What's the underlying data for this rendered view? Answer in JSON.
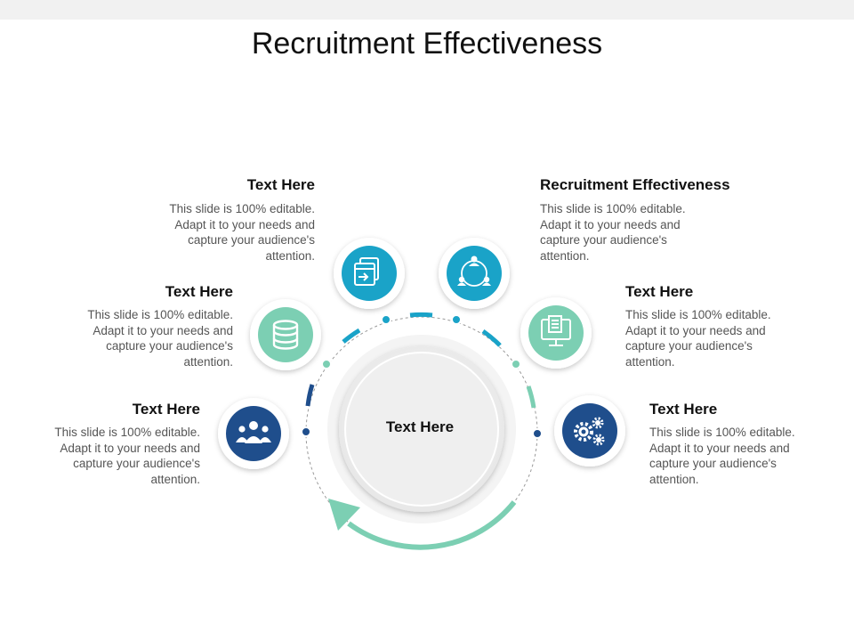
{
  "title": "Recruitment Effectiveness",
  "center": {
    "label": "Text Here"
  },
  "nodes": [
    {
      "title": "Text Here",
      "desc": "This slide is 100% editable. Adapt it to your needs and capture your audience's attention.",
      "icon": "team-icon",
      "color": "#1f4e8c"
    },
    {
      "title": "Text Here",
      "desc": "This slide is 100% editable. Adapt it to your needs and capture your audience's attention.",
      "icon": "database-icon",
      "color": "#7ccfb3"
    },
    {
      "title": "Text Here",
      "desc": "This slide is 100% editable. Adapt it to your needs and capture your audience's attention.",
      "icon": "windows-export-icon",
      "color": "#1aa3c8"
    },
    {
      "title": "Recruitment Effectiveness",
      "desc": "This slide is 100% editable. Adapt it to your needs and capture your audience's attention.",
      "icon": "network-people-icon",
      "color": "#1aa3c8"
    },
    {
      "title": "Text Here",
      "desc": "This slide is 100% editable. Adapt it to your needs and capture your audience's attention.",
      "icon": "monitor-document-icon",
      "color": "#7ccfb3"
    },
    {
      "title": "Text Here",
      "desc": "This slide is 100% editable. Adapt it to your needs and capture your audience's attention.",
      "icon": "gears-icon",
      "color": "#1f4e8c"
    }
  ],
  "colors": {
    "navy": "#1f4e8c",
    "teal": "#1aa3c8",
    "mint": "#7ccfb3"
  }
}
